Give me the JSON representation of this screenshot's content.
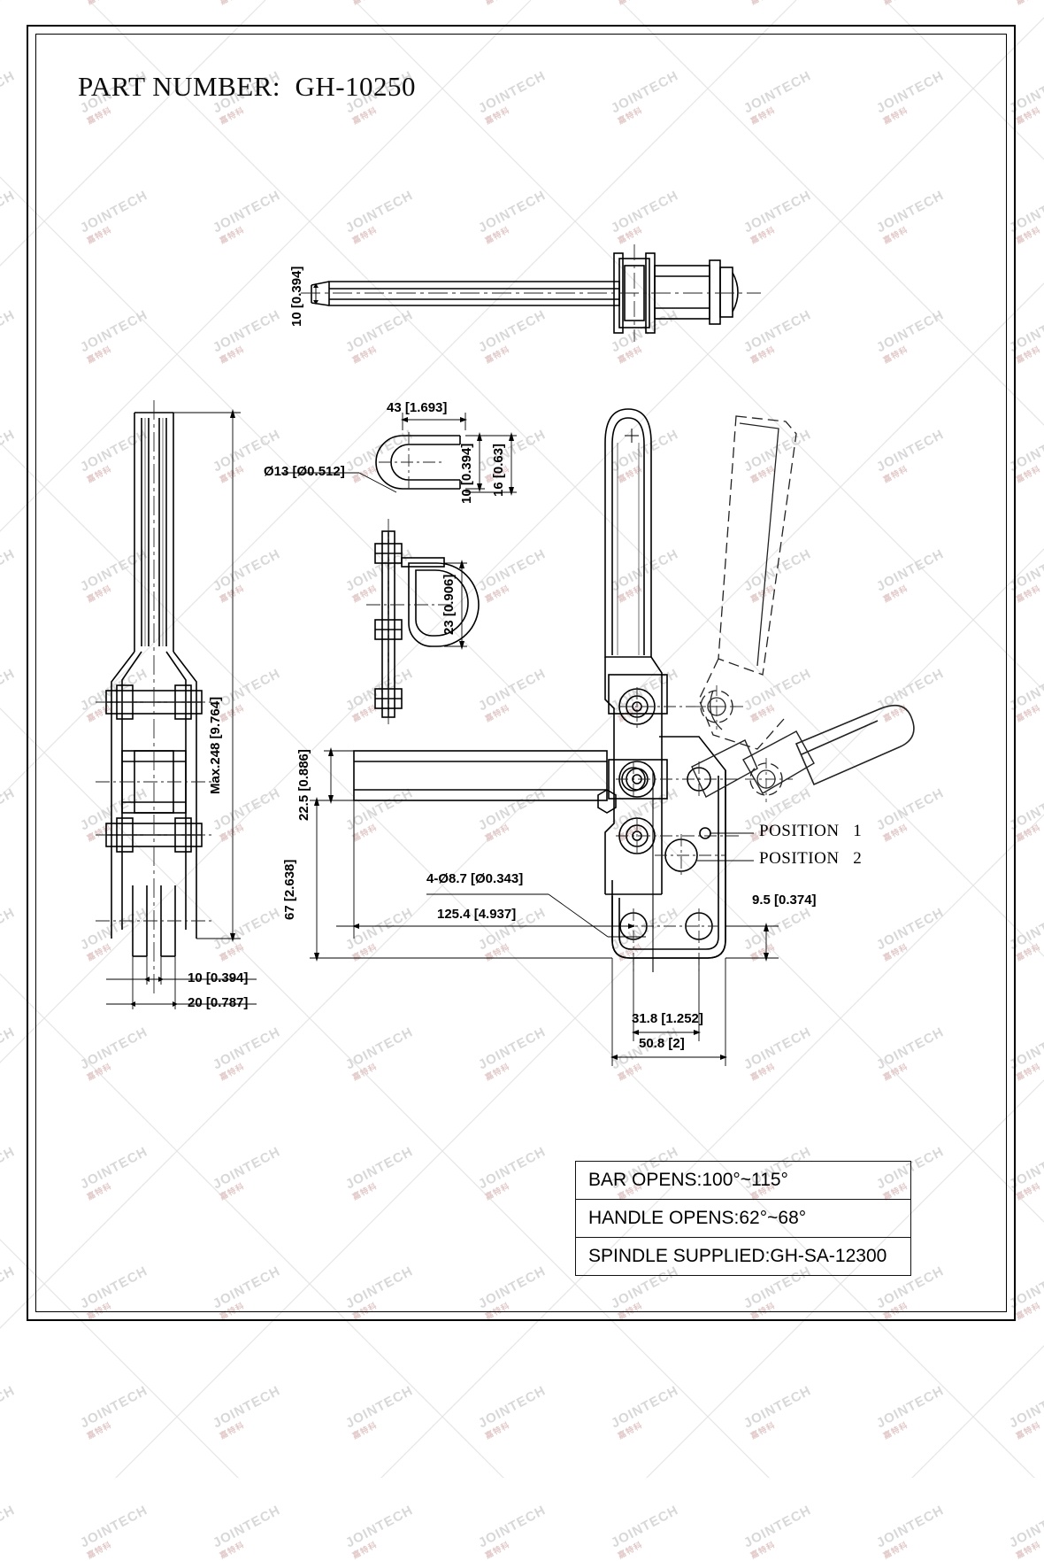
{
  "title": "PART NUMBER:  GH-10250",
  "watermark": {
    "text_main": "JOINTECH",
    "text_sub": "嘉特科"
  },
  "dimensions": {
    "top_view_thickness": "10 [0.394]",
    "left_view_height": "Max.248 [9.764]",
    "left_view_small": "10 [0.394]",
    "left_view_large": "20 [0.787]",
    "bar_width": "43 [1.693]",
    "bar_bend_dia": "Ø13 [Ø0.512]",
    "bar_thickness": "10 [0.394]",
    "bar_depth": "16 [0.63]",
    "bar_side_height": "23 [0.906]",
    "base_to_bar": "22.5 [0.886]",
    "overall_height": "67 [2.638]",
    "hole_spec": "4-Ø8.7 [Ø0.343]",
    "overall_length": "125.4 [4.937]",
    "edge_offset": "9.5 [0.374]",
    "hole_spacing": "31.8 [1.252]",
    "base_width": "50.8 [2]"
  },
  "callouts": {
    "position_1": "POSITION   1",
    "position_2": "POSITION   2"
  },
  "legend": {
    "rows": [
      "BAR OPENS:100°~115°",
      "HANDLE OPENS:62°~68°",
      "SPINDLE SUPPLIED:GH-SA-12300"
    ]
  },
  "colors": {
    "line": "#000000",
    "watermark": "#d8d8d8",
    "background": "#ffffff"
  }
}
